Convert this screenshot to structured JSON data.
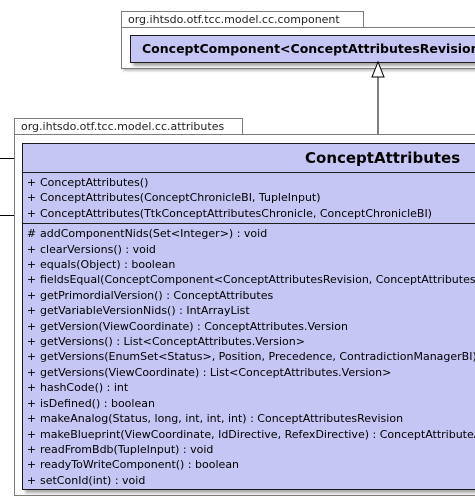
{
  "top_package": {
    "name": "org.ihtsdo.otf.tcc.model.cc.component",
    "class_name": "ConceptComponent<ConceptAttributesRevision, C"
  },
  "attr_package": {
    "name": "org.ihtsdo.otf.tcc.model.cc.attributes",
    "class": {
      "name": "ConceptAttributes",
      "constructors": [
        {
          "vis": "+",
          "sig": "ConceptAttributes()"
        },
        {
          "vis": "+",
          "sig": "ConceptAttributes(ConceptChronicleBI, TupleInput)"
        },
        {
          "vis": "+",
          "sig": "ConceptAttributes(TtkConceptAttributesChronicle, ConceptChronicleBI)"
        }
      ],
      "methods": [
        {
          "vis": "#",
          "sig": "addComponentNids(Set<Integer>) : void"
        },
        {
          "vis": "+",
          "sig": "clearVersions() : void"
        },
        {
          "vis": "+",
          "sig": "equals(Object) : boolean"
        },
        {
          "vis": "+",
          "sig": "fieldsEqual(ConceptComponent<ConceptAttributesRevision, ConceptAttributes>) : boolean"
        },
        {
          "vis": "+",
          "sig": "getPrimordialVersion() : ConceptAttributes"
        },
        {
          "vis": "+",
          "sig": "getVariableVersionNids() : IntArrayList"
        },
        {
          "vis": "+",
          "sig": "getVersion(ViewCoordinate) : ConceptAttributes.Version"
        },
        {
          "vis": "+",
          "sig": "getVersions() : List<ConceptAttributes.Version>"
        },
        {
          "vis": "+",
          "sig": "getVersions(EnumSet<Status>, Position, Precedence, ContradictionManagerBI) : List"
        },
        {
          "vis": "+",
          "sig": "getVersions(ViewCoordinate) : List<ConceptAttributes.Version>"
        },
        {
          "vis": "+",
          "sig": "hashCode() : int"
        },
        {
          "vis": "+",
          "sig": "isDefined() : boolean"
        },
        {
          "vis": "+",
          "sig": "makeAnalog(Status, long, int, int, int) : ConceptAttributesRevision"
        },
        {
          "vis": "+",
          "sig": "makeBlueprint(ViewCoordinate, IdDirective, RefexDirective) : ConceptAttributeAB"
        },
        {
          "vis": "+",
          "sig": "readFromBdb(TupleInput) : void"
        },
        {
          "vis": "+",
          "sig": "readyToWriteComponent() : boolean"
        },
        {
          "vis": "+",
          "sig": "setConId(int) : void"
        }
      ]
    }
  }
}
